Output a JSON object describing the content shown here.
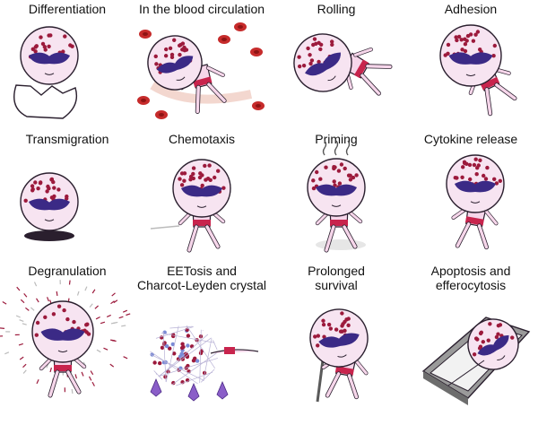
{
  "colors": {
    "skin": "#f6d6ea",
    "skin_outline": "#2a1f2e",
    "head_fill": "#f7e4f1",
    "granule": "#9c1a3c",
    "mask": "#3b2a86",
    "belt": "#c8244d",
    "rbc": "#c62b2b",
    "crystal": "#8a5ec8"
  },
  "stages": [
    {
      "id": "differentiation",
      "label": "Differentiation",
      "icon": "eosinophil-in-egg-shell-icon"
    },
    {
      "id": "blood-circulation",
      "label": "In the blood circulation",
      "icon": "eosinophil-swimming-among-red-blood-cells-icon"
    },
    {
      "id": "rolling",
      "label": "Rolling",
      "icon": "eosinophil-rolling-icon"
    },
    {
      "id": "adhesion",
      "label": "Adhesion",
      "icon": "eosinophil-adhering-icon"
    },
    {
      "id": "transmigration",
      "label": "Transmigration",
      "icon": "eosinophil-through-hole-icon"
    },
    {
      "id": "chemotaxis",
      "label": "Chemotaxis",
      "icon": "eosinophil-running-icon"
    },
    {
      "id": "priming",
      "label": "Priming",
      "icon": "eosinophil-trembling-icon"
    },
    {
      "id": "cytokine-release",
      "label": "Cytokine release",
      "icon": "eosinophil-shouting-icon"
    },
    {
      "id": "degranulation",
      "label": "Degranulation",
      "icon": "eosinophil-bursting-granules-icon"
    },
    {
      "id": "eetosis",
      "label": "EETosis and\nCharcot-Leyden crystal",
      "icon": "eosinophil-net-and-crystals-icon"
    },
    {
      "id": "prolonged-survival",
      "label": "Prolonged\nsurvival",
      "icon": "eosinophil-elderly-with-cane-icon"
    },
    {
      "id": "apoptosis",
      "label": "Apoptosis and\nefferocytosis",
      "icon": "eosinophil-in-coffin-icon"
    }
  ]
}
